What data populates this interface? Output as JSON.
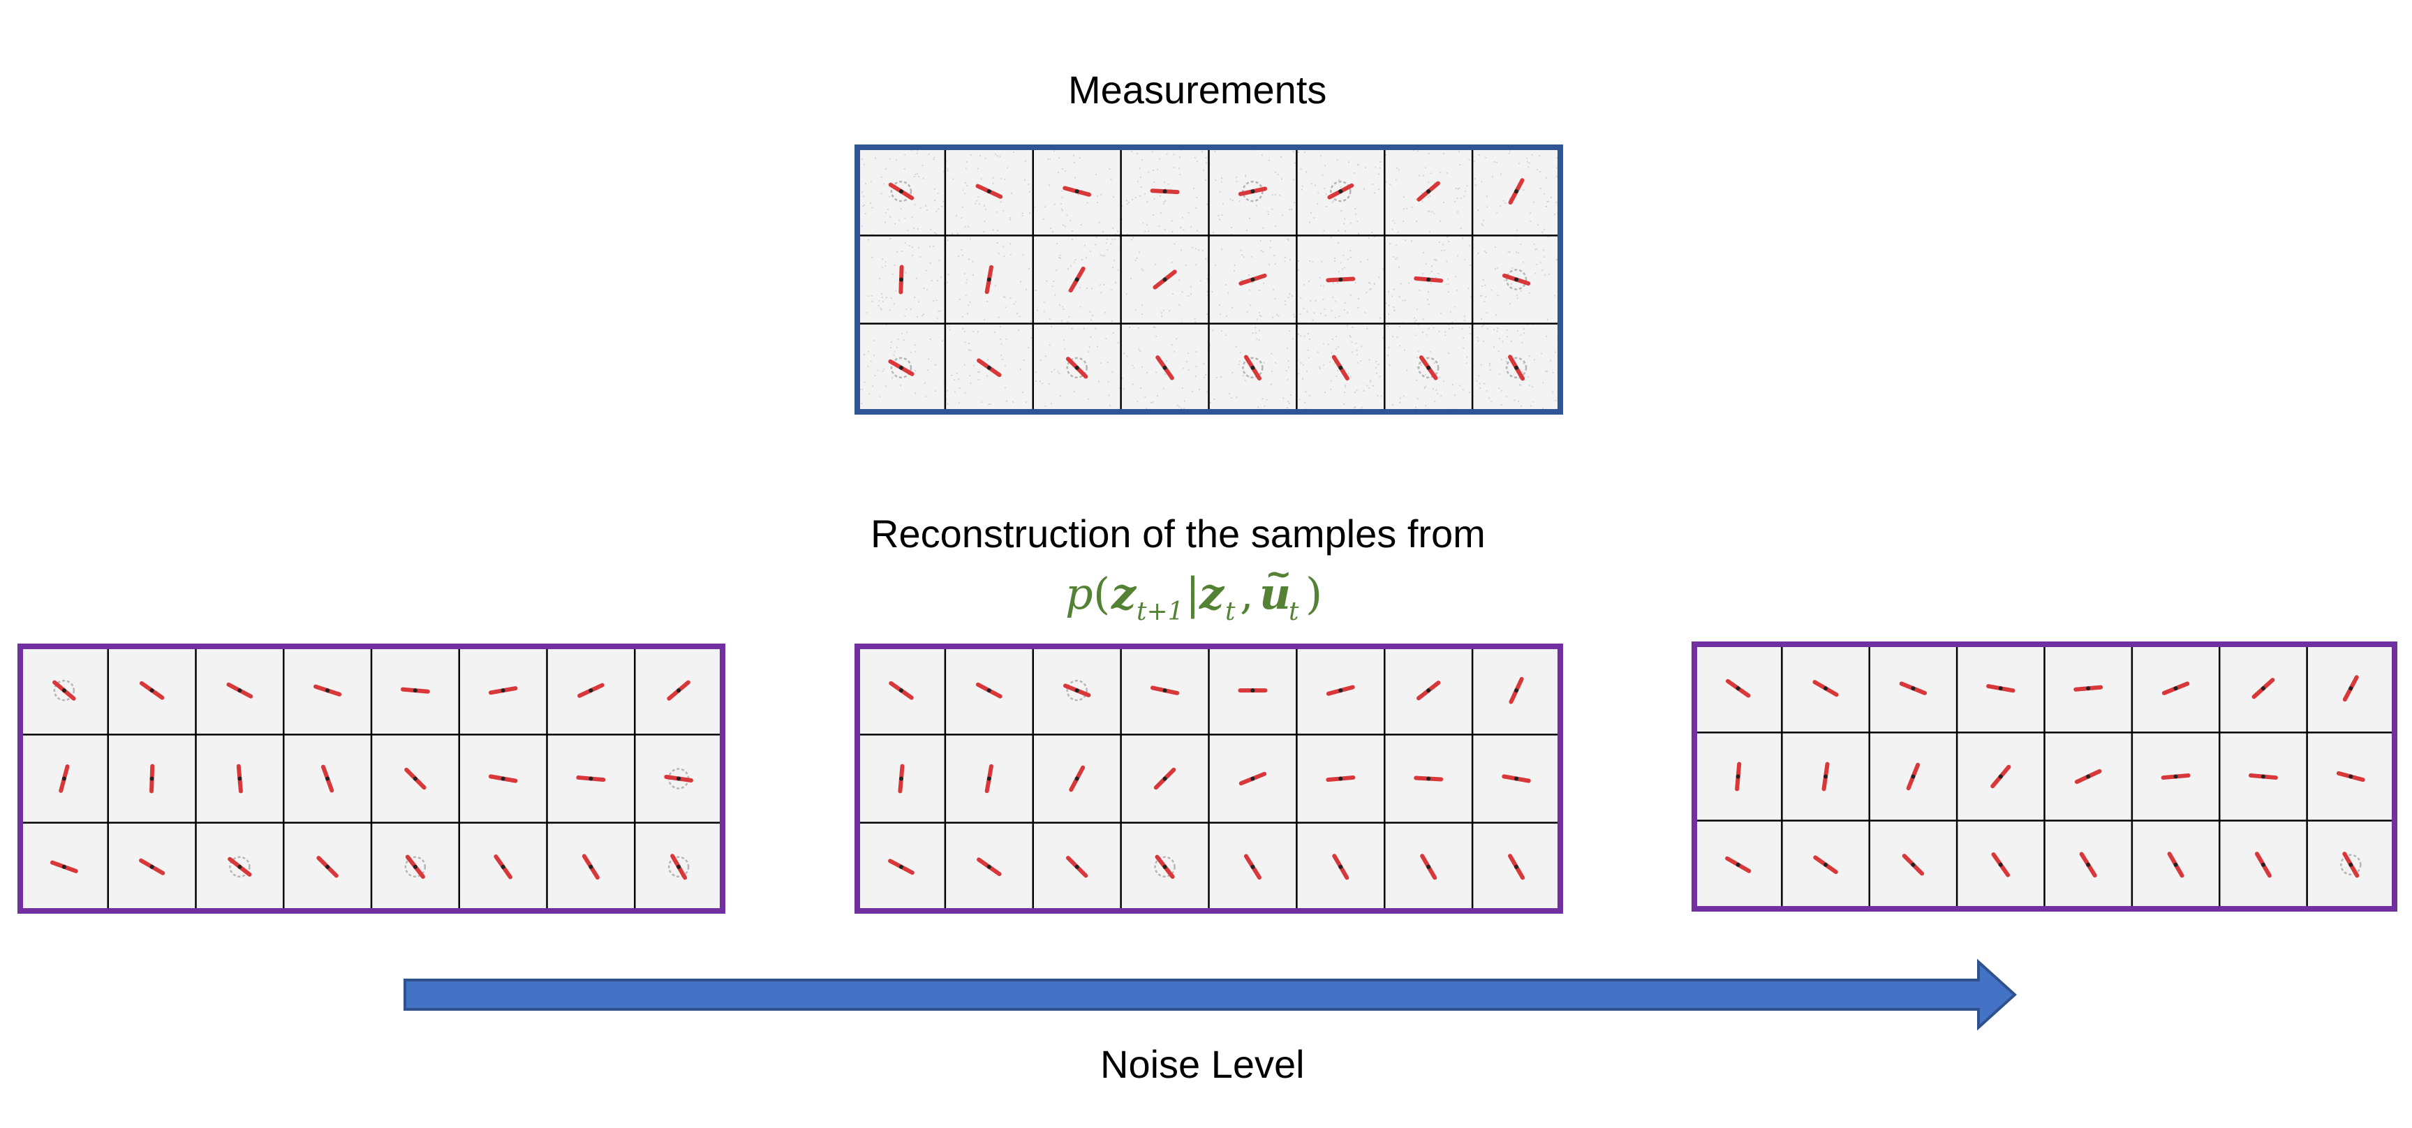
{
  "measurements_title": "Measurements",
  "reconstruction_title": "Reconstruction of the samples from",
  "formula": {
    "p": "p",
    "open": "(",
    "z1": "z",
    "sub1": "t+1",
    "bar": "|",
    "z2": "z",
    "sub2": "t",
    "comma": ",",
    "u": "u",
    "tilde": "~",
    "sub3": "t",
    "close": ")",
    "color": "#548235"
  },
  "noise_label": "Noise Level",
  "colors": {
    "measurement_border": "#2f5597",
    "reconstruction_border": "#7030a0",
    "arrow_fill": "#4472c4",
    "arrow_stroke": "#2f528f",
    "pendulum": "#d9383a",
    "cell_bg": "#f3f3f3"
  },
  "panels": [
    {
      "id": "measurements",
      "border": "measurement",
      "noisy": true,
      "angles": [
        [
          -32,
          -25,
          -15,
          -3,
          12,
          28,
          40,
          62
        ],
        [
          88,
          80,
          60,
          38,
          18,
          3,
          -5,
          -18
        ],
        [
          -30,
          -35,
          -45,
          -55,
          -58,
          -58,
          -55,
          -60
        ]
      ],
      "rings": [
        [
          1,
          0,
          0,
          0,
          1,
          1,
          0,
          0
        ],
        [
          0,
          0,
          0,
          0,
          0,
          0,
          0,
          1
        ],
        [
          1,
          0,
          1,
          0,
          1,
          0,
          1,
          1
        ]
      ]
    },
    {
      "id": "reconstruction-low",
      "border": "reconstruction",
      "noisy": false,
      "angles": [
        [
          -40,
          -35,
          -28,
          -18,
          -5,
          10,
          25,
          40
        ],
        [
          75,
          88,
          95,
          110,
          135,
          170,
          175,
          -8
        ],
        [
          -20,
          -30,
          -38,
          -45,
          -52,
          -55,
          -58,
          -60
        ]
      ],
      "rings": [
        [
          1,
          0,
          0,
          0,
          0,
          0,
          0,
          0
        ],
        [
          0,
          0,
          0,
          0,
          0,
          0,
          0,
          1
        ],
        [
          0,
          0,
          1,
          0,
          1,
          0,
          0,
          1
        ]
      ]
    },
    {
      "id": "reconstruction-mid",
      "border": "reconstruction",
      "noisy": false,
      "angles": [
        [
          -35,
          -28,
          -22,
          -12,
          0,
          15,
          38,
          65
        ],
        [
          85,
          80,
          62,
          45,
          22,
          5,
          -3,
          -10
        ],
        [
          -28,
          -35,
          -45,
          -52,
          -58,
          -60,
          -60,
          -60
        ]
      ],
      "rings": [
        [
          0,
          0,
          1,
          0,
          0,
          0,
          0,
          0
        ],
        [
          0,
          0,
          0,
          0,
          0,
          0,
          0,
          0
        ],
        [
          0,
          0,
          0,
          1,
          0,
          0,
          0,
          0
        ]
      ]
    },
    {
      "id": "reconstruction-high",
      "border": "reconstruction",
      "noisy": false,
      "angles": [
        [
          -35,
          -30,
          -22,
          -10,
          5,
          22,
          42,
          62
        ],
        [
          85,
          82,
          68,
          50,
          25,
          5,
          -5,
          -15
        ],
        [
          -30,
          -35,
          -45,
          -55,
          -58,
          -60,
          -60,
          -60
        ]
      ],
      "rings": [
        [
          0,
          0,
          0,
          0,
          0,
          0,
          0,
          0
        ],
        [
          0,
          0,
          0,
          0,
          0,
          0,
          0,
          0
        ],
        [
          0,
          0,
          0,
          0,
          0,
          0,
          0,
          1
        ]
      ]
    }
  ]
}
